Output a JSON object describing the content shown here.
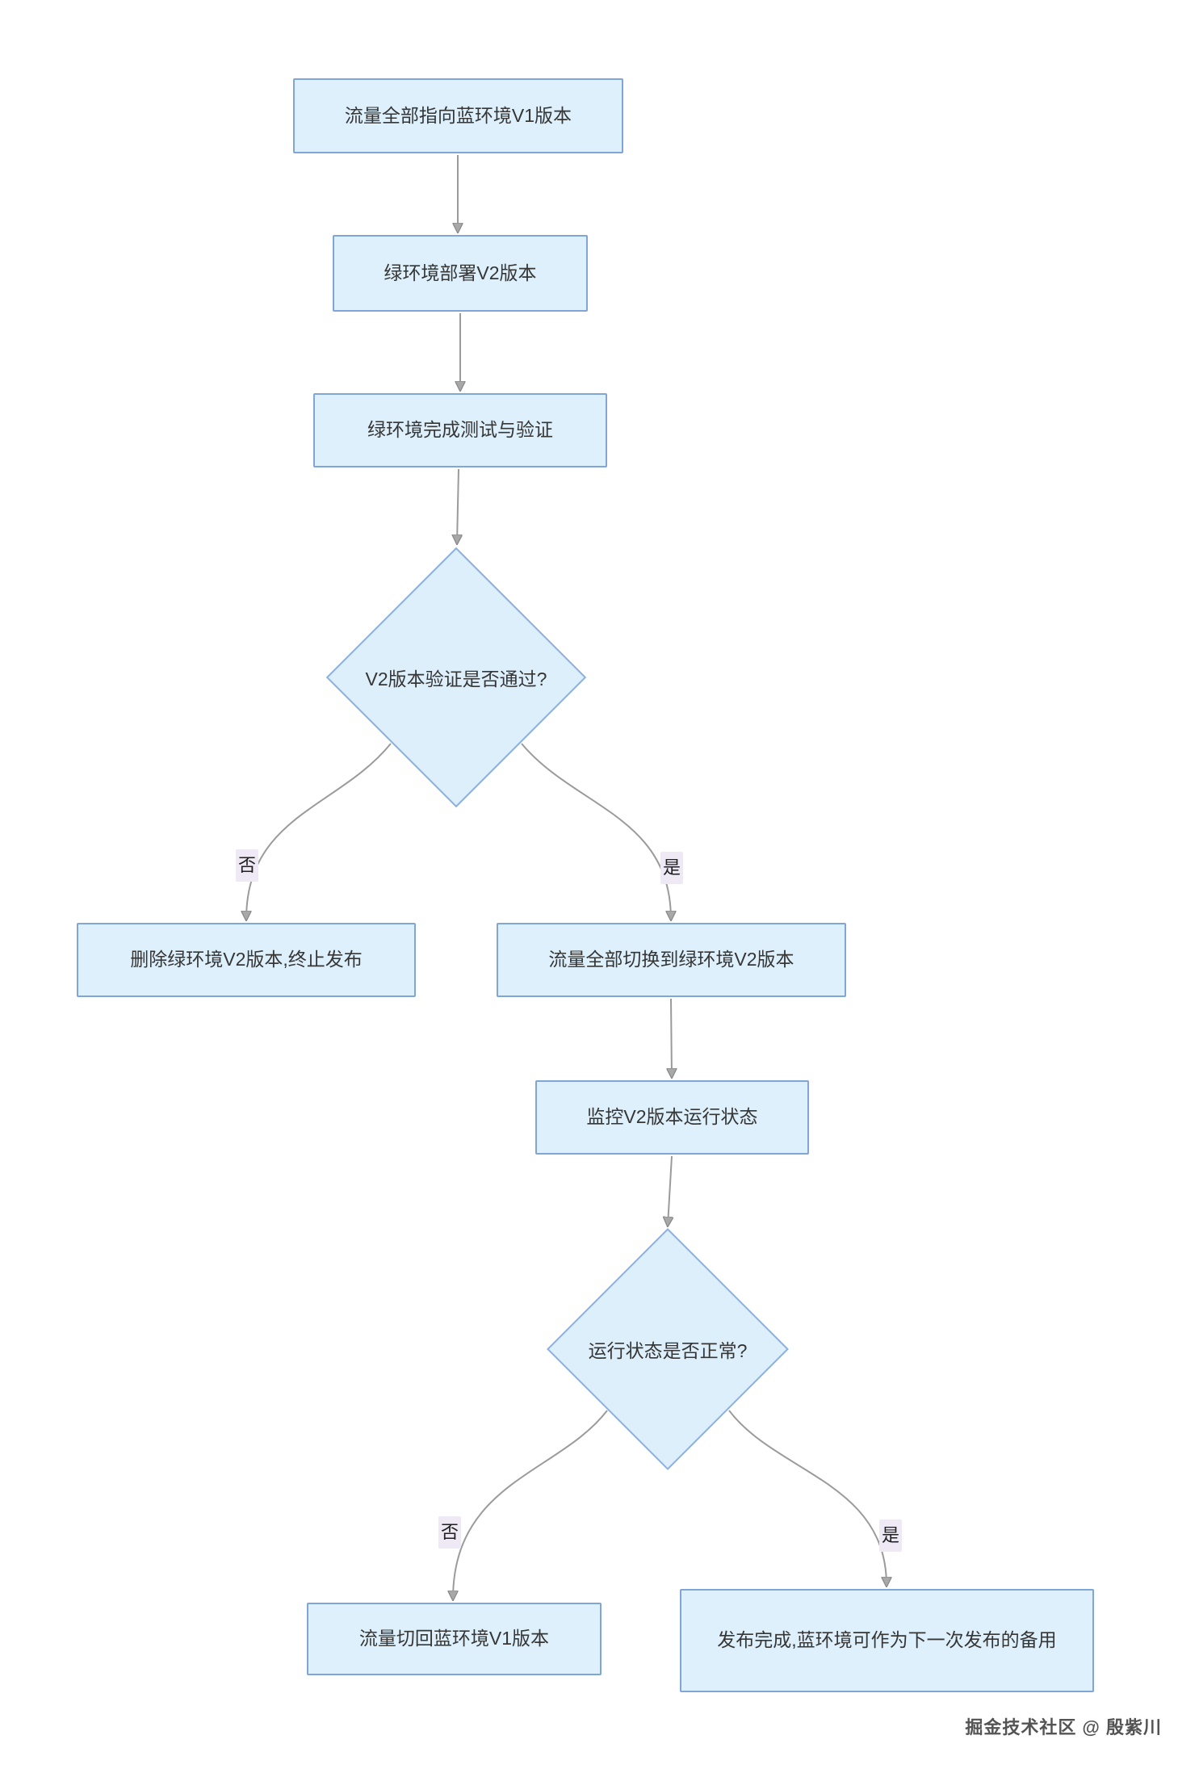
{
  "colors": {
    "node_fill": "#ddf0fb",
    "node_border": "#7fa6d6",
    "diamond_fill": "#ddeffb",
    "diamond_border": "#8cb0e0",
    "edge_color": "#9b9b9b",
    "edge_label_bg": "#eee9f5",
    "text_color": "#363636"
  },
  "flowchart": {
    "nodes": {
      "n1": {
        "label": "流量全部指向蓝环境V1版本"
      },
      "n2": {
        "label": "绿环境部署V2版本"
      },
      "n3": {
        "label": "绿环境完成测试与验证"
      },
      "d1": {
        "label": "V2版本验证是否通过?"
      },
      "n4": {
        "label": "删除绿环境V2版本,终止发布"
      },
      "n5": {
        "label": "流量全部切换到绿环境V2版本"
      },
      "n6": {
        "label": "监控V2版本运行状态"
      },
      "d2": {
        "label": "运行状态是否正常?"
      },
      "n7": {
        "label": "流量切回蓝环境V1版本"
      },
      "n8": {
        "label": "发布完成,蓝环境可作为下一次发布的备用"
      }
    },
    "edge_labels": {
      "d1_no": "否",
      "d1_yes": "是",
      "d2_no": "否",
      "d2_yes": "是"
    }
  },
  "footer": {
    "watermark": "掘金技术社区 @ 殷紫川"
  }
}
